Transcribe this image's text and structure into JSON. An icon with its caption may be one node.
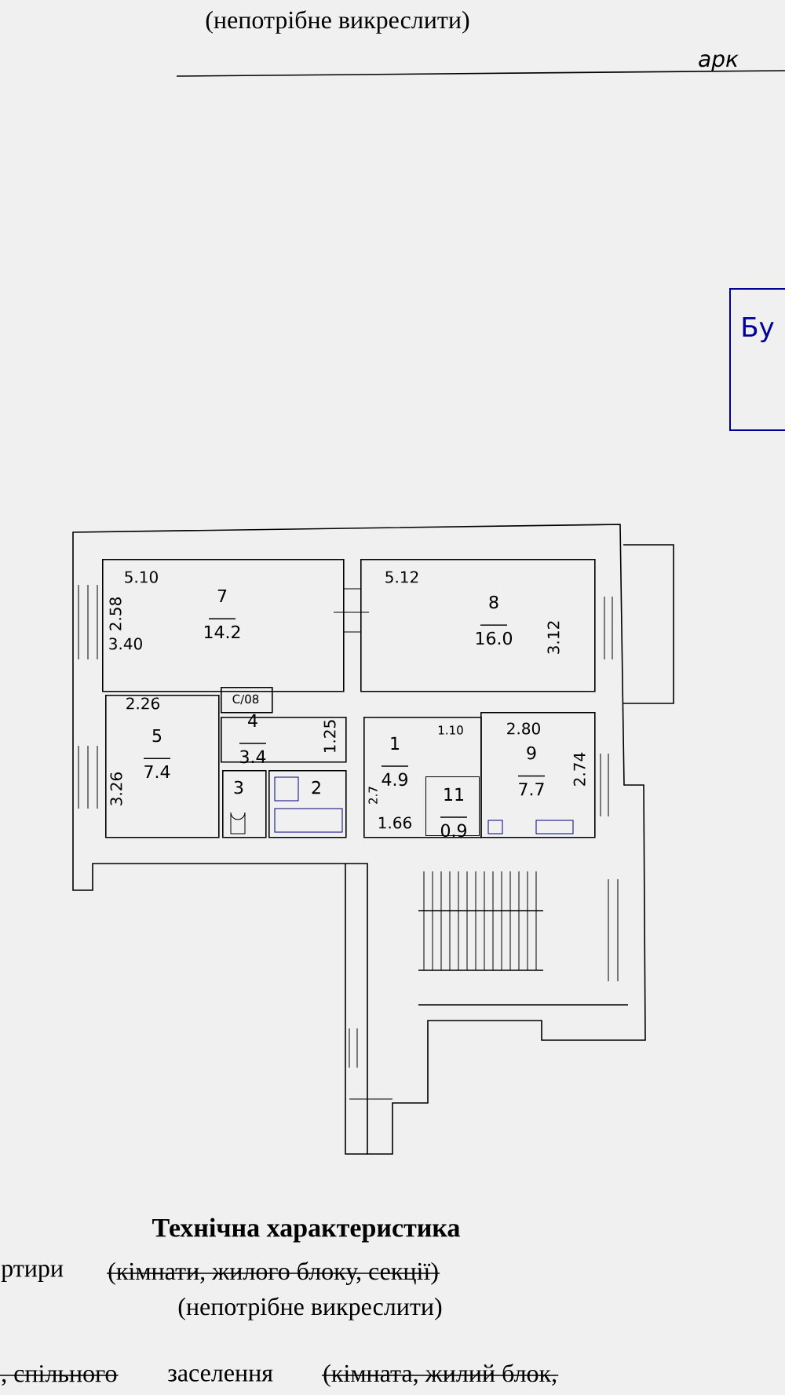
{
  "diagram": {
    "nodes": [
      {
        "text": [
          "7",
          "14.2"
        ]
      },
      {
        "text": [
          "8",
          "16.0"
        ]
      },
      {
        "text": [
          "С/08"
        ]
      },
      {
        "text": [
          "5",
          "7.4"
        ]
      },
      {
        "text": [
          "4",
          "3.4"
        ]
      },
      {
        "text": [
          "1",
          "4.9"
        ]
      },
      {
        "text": [
          "9",
          "7.7"
        ]
      },
      {
        "text": [
          "3"
        ]
      },
      {
        "text": [
          "2"
        ]
      },
      {
        "text": [
          "11",
          "0.9"
        ],
        "in": 5
      }
    ],
    "labels": [
      "(непотрібне викреслити)",
      "арк",
      "Бу",
      "5.10",
      "2.58",
      "3.40",
      "5.12",
      "3.12",
      "2.26",
      "3.26",
      "1.25",
      "1.10",
      "2.80",
      "2.7",
      "2.74",
      "1.66",
      "Технічна характеристика",
      "ртири",
      "(кімнати, жилого блоку, секції)",
      "(непотрібне викреслити)",
      ", спільного",
      "заселення",
      "(кімната, жилий блок,"
    ]
  }
}
